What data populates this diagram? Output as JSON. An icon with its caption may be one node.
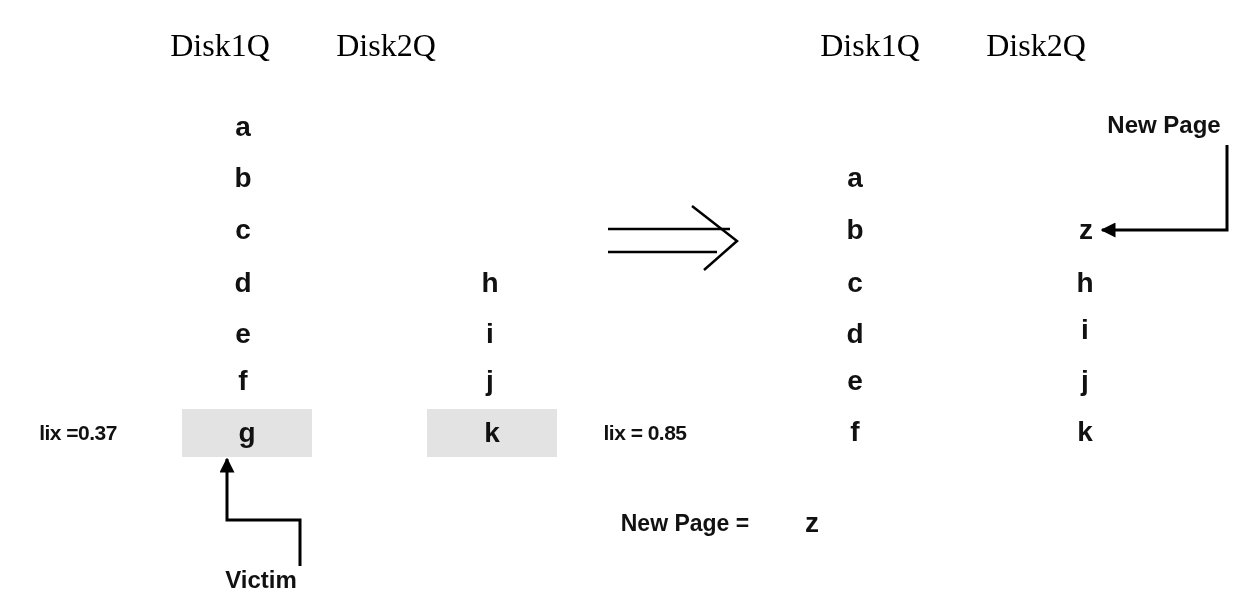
{
  "diagram": {
    "nodes": [
      {
        "text": [
          "Victim"
        ]
      },
      {
        "text": [
          "g"
        ]
      },
      {
        "text": [
          "k"
        ]
      },
      {
        "text": [
          "New Page"
        ]
      },
      {
        "text": [
          "z"
        ]
      }
    ],
    "edges": [
      {
        "from": 0,
        "to": 1,
        "arrow": "to"
      },
      {
        "from": 3,
        "to": 4,
        "arrow": "to"
      }
    ],
    "labels": [
      "Disk1Q",
      "Disk2Q",
      "Disk1Q",
      "Disk2Q",
      "a",
      "b",
      "a",
      "c",
      "b",
      "d",
      "h",
      "c",
      "h",
      "e",
      "i",
      "d",
      "i",
      "f",
      "j",
      "e",
      "j",
      "lix =0.37",
      "lix = 0.85",
      "f",
      "k",
      "New Page =",
      "z"
    ]
  }
}
